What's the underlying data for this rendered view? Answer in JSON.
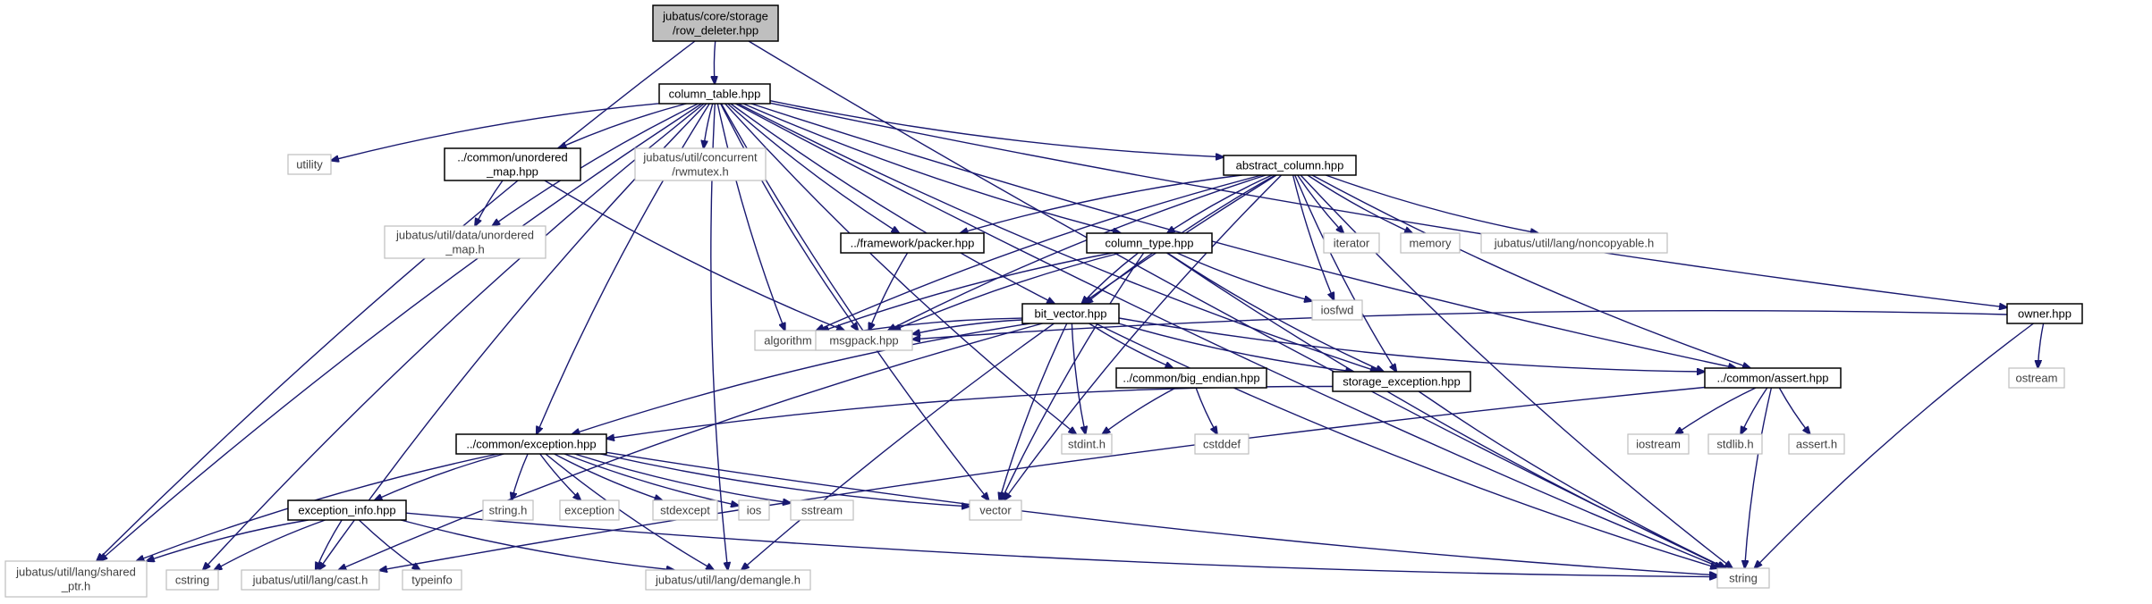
{
  "diagram": {
    "colors": {
      "edge": "#191970",
      "root_fill": "#bfbfbf",
      "node_border": "#000000",
      "external_border": "#bfbfbf",
      "label": "#000000",
      "external_label": "#404040",
      "background": "#ffffff"
    },
    "nodes": [
      {
        "id": "root",
        "lines": [
          "jubatus/core/storage",
          "/row_deleter.hpp"
        ],
        "kind": "root"
      },
      {
        "id": "column_table",
        "lines": [
          "column_table.hpp"
        ],
        "kind": "local"
      },
      {
        "id": "utility",
        "lines": [
          "utility"
        ],
        "kind": "external"
      },
      {
        "id": "unordered_map_hpp",
        "lines": [
          "../common/unordered",
          "_map.hpp"
        ],
        "kind": "local"
      },
      {
        "id": "rwmutex",
        "lines": [
          "jubatus/util/concurrent",
          "/rwmutex.h"
        ],
        "kind": "external"
      },
      {
        "id": "data_unordered_map",
        "lines": [
          "jubatus/util/data/unordered",
          "_map.h"
        ],
        "kind": "external"
      },
      {
        "id": "abstract_column",
        "lines": [
          "abstract_column.hpp"
        ],
        "kind": "local"
      },
      {
        "id": "packer",
        "lines": [
          "../framework/packer.hpp"
        ],
        "kind": "local"
      },
      {
        "id": "column_type",
        "lines": [
          "column_type.hpp"
        ],
        "kind": "local"
      },
      {
        "id": "iterator",
        "lines": [
          "iterator"
        ],
        "kind": "external"
      },
      {
        "id": "memory",
        "lines": [
          "memory"
        ],
        "kind": "external"
      },
      {
        "id": "noncopyable",
        "lines": [
          "jubatus/util/lang/noncopyable.h"
        ],
        "kind": "external"
      },
      {
        "id": "iosfwd",
        "lines": [
          "iosfwd"
        ],
        "kind": "external"
      },
      {
        "id": "owner",
        "lines": [
          "owner.hpp"
        ],
        "kind": "local"
      },
      {
        "id": "bit_vector",
        "lines": [
          "bit_vector.hpp"
        ],
        "kind": "local"
      },
      {
        "id": "algorithm",
        "lines": [
          "algorithm"
        ],
        "kind": "external"
      },
      {
        "id": "msgpack",
        "lines": [
          "msgpack.hpp"
        ],
        "kind": "external"
      },
      {
        "id": "big_endian",
        "lines": [
          "../common/big_endian.hpp"
        ],
        "kind": "local"
      },
      {
        "id": "storage_exception",
        "lines": [
          "storage_exception.hpp"
        ],
        "kind": "local"
      },
      {
        "id": "assert_hpp",
        "lines": [
          "../common/assert.hpp"
        ],
        "kind": "local"
      },
      {
        "id": "ostream",
        "lines": [
          "ostream"
        ],
        "kind": "external"
      },
      {
        "id": "exception_hpp",
        "lines": [
          "../common/exception.hpp"
        ],
        "kind": "local"
      },
      {
        "id": "stdint",
        "lines": [
          "stdint.h"
        ],
        "kind": "external"
      },
      {
        "id": "cstddef",
        "lines": [
          "cstddef"
        ],
        "kind": "external"
      },
      {
        "id": "iostream",
        "lines": [
          "iostream"
        ],
        "kind": "external"
      },
      {
        "id": "stdlib",
        "lines": [
          "stdlib.h"
        ],
        "kind": "external"
      },
      {
        "id": "assert_h",
        "lines": [
          "assert.h"
        ],
        "kind": "external"
      },
      {
        "id": "exception_info",
        "lines": [
          "exception_info.hpp"
        ],
        "kind": "local"
      },
      {
        "id": "string_h",
        "lines": [
          "string.h"
        ],
        "kind": "external"
      },
      {
        "id": "exception",
        "lines": [
          "exception"
        ],
        "kind": "external"
      },
      {
        "id": "stdexcept",
        "lines": [
          "stdexcept"
        ],
        "kind": "external"
      },
      {
        "id": "ios",
        "lines": [
          "ios"
        ],
        "kind": "external"
      },
      {
        "id": "sstream",
        "lines": [
          "sstream"
        ],
        "kind": "external"
      },
      {
        "id": "vector",
        "lines": [
          "vector"
        ],
        "kind": "external"
      },
      {
        "id": "shared_ptr",
        "lines": [
          "jubatus/util/lang/shared",
          "_ptr.h"
        ],
        "kind": "external"
      },
      {
        "id": "cstring",
        "lines": [
          "cstring"
        ],
        "kind": "external"
      },
      {
        "id": "cast",
        "lines": [
          "jubatus/util/lang/cast.h"
        ],
        "kind": "external"
      },
      {
        "id": "typeinfo",
        "lines": [
          "typeinfo"
        ],
        "kind": "external"
      },
      {
        "id": "demangle",
        "lines": [
          "jubatus/util/lang/demangle.h"
        ],
        "kind": "external"
      },
      {
        "id": "string",
        "lines": [
          "string"
        ],
        "kind": "external"
      }
    ],
    "edges": [
      [
        "root",
        "column_table"
      ],
      [
        "root",
        "shared_ptr"
      ],
      [
        "root",
        "string"
      ],
      [
        "column_table",
        "utility"
      ],
      [
        "column_table",
        "unordered_map_hpp"
      ],
      [
        "column_table",
        "rwmutex"
      ],
      [
        "column_table",
        "data_unordered_map"
      ],
      [
        "column_table",
        "abstract_column"
      ],
      [
        "column_table",
        "packer"
      ],
      [
        "column_table",
        "column_type"
      ],
      [
        "column_table",
        "owner"
      ],
      [
        "column_table",
        "bit_vector"
      ],
      [
        "column_table",
        "algorithm"
      ],
      [
        "column_table",
        "msgpack"
      ],
      [
        "column_table",
        "storage_exception"
      ],
      [
        "column_table",
        "assert_hpp"
      ],
      [
        "column_table",
        "exception_hpp"
      ],
      [
        "column_table",
        "vector"
      ],
      [
        "column_table",
        "stdint"
      ],
      [
        "column_table",
        "shared_ptr"
      ],
      [
        "column_table",
        "cstring"
      ],
      [
        "column_table",
        "cast"
      ],
      [
        "column_table",
        "demangle"
      ],
      [
        "column_table",
        "string"
      ],
      [
        "unordered_map_hpp",
        "data_unordered_map"
      ],
      [
        "unordered_map_hpp",
        "msgpack"
      ],
      [
        "abstract_column",
        "packer"
      ],
      [
        "abstract_column",
        "column_type"
      ],
      [
        "abstract_column",
        "iterator"
      ],
      [
        "abstract_column",
        "memory"
      ],
      [
        "abstract_column",
        "noncopyable"
      ],
      [
        "abstract_column",
        "iosfwd"
      ],
      [
        "abstract_column",
        "bit_vector"
      ],
      [
        "abstract_column",
        "algorithm"
      ],
      [
        "abstract_column",
        "msgpack"
      ],
      [
        "abstract_column",
        "storage_exception"
      ],
      [
        "abstract_column",
        "assert_hpp"
      ],
      [
        "abstract_column",
        "vector"
      ],
      [
        "abstract_column",
        "demangle"
      ],
      [
        "abstract_column",
        "string"
      ],
      [
        "packer",
        "msgpack"
      ],
      [
        "column_type",
        "bit_vector"
      ],
      [
        "column_type",
        "iosfwd"
      ],
      [
        "column_type",
        "algorithm"
      ],
      [
        "column_type",
        "msgpack"
      ],
      [
        "column_type",
        "storage_exception"
      ],
      [
        "column_type",
        "vector"
      ],
      [
        "column_type",
        "string"
      ],
      [
        "owner",
        "msgpack"
      ],
      [
        "owner",
        "ostream"
      ],
      [
        "owner",
        "string"
      ],
      [
        "bit_vector",
        "algorithm"
      ],
      [
        "bit_vector",
        "msgpack"
      ],
      [
        "bit_vector",
        "big_endian"
      ],
      [
        "bit_vector",
        "storage_exception"
      ],
      [
        "bit_vector",
        "assert_hpp"
      ],
      [
        "bit_vector",
        "exception_hpp"
      ],
      [
        "bit_vector",
        "stdint"
      ],
      [
        "bit_vector",
        "vector"
      ],
      [
        "bit_vector",
        "cast"
      ],
      [
        "bit_vector",
        "string"
      ],
      [
        "big_endian",
        "stdint"
      ],
      [
        "big_endian",
        "cstddef"
      ],
      [
        "storage_exception",
        "exception_hpp"
      ],
      [
        "storage_exception",
        "string"
      ],
      [
        "assert_hpp",
        "iostream"
      ],
      [
        "assert_hpp",
        "stdlib"
      ],
      [
        "assert_hpp",
        "assert_h"
      ],
      [
        "assert_hpp",
        "cast"
      ],
      [
        "assert_hpp",
        "string"
      ],
      [
        "exception_hpp",
        "exception_info"
      ],
      [
        "exception_hpp",
        "string_h"
      ],
      [
        "exception_hpp",
        "exception"
      ],
      [
        "exception_hpp",
        "stdexcept"
      ],
      [
        "exception_hpp",
        "ios"
      ],
      [
        "exception_hpp",
        "sstream"
      ],
      [
        "exception_hpp",
        "vector"
      ],
      [
        "exception_hpp",
        "shared_ptr"
      ],
      [
        "exception_hpp",
        "demangle"
      ],
      [
        "exception_hpp",
        "string"
      ],
      [
        "exception_info",
        "shared_ptr"
      ],
      [
        "exception_info",
        "cstring"
      ],
      [
        "exception_info",
        "cast"
      ],
      [
        "exception_info",
        "typeinfo"
      ],
      [
        "exception_info",
        "demangle"
      ],
      [
        "exception_info",
        "string"
      ]
    ]
  }
}
